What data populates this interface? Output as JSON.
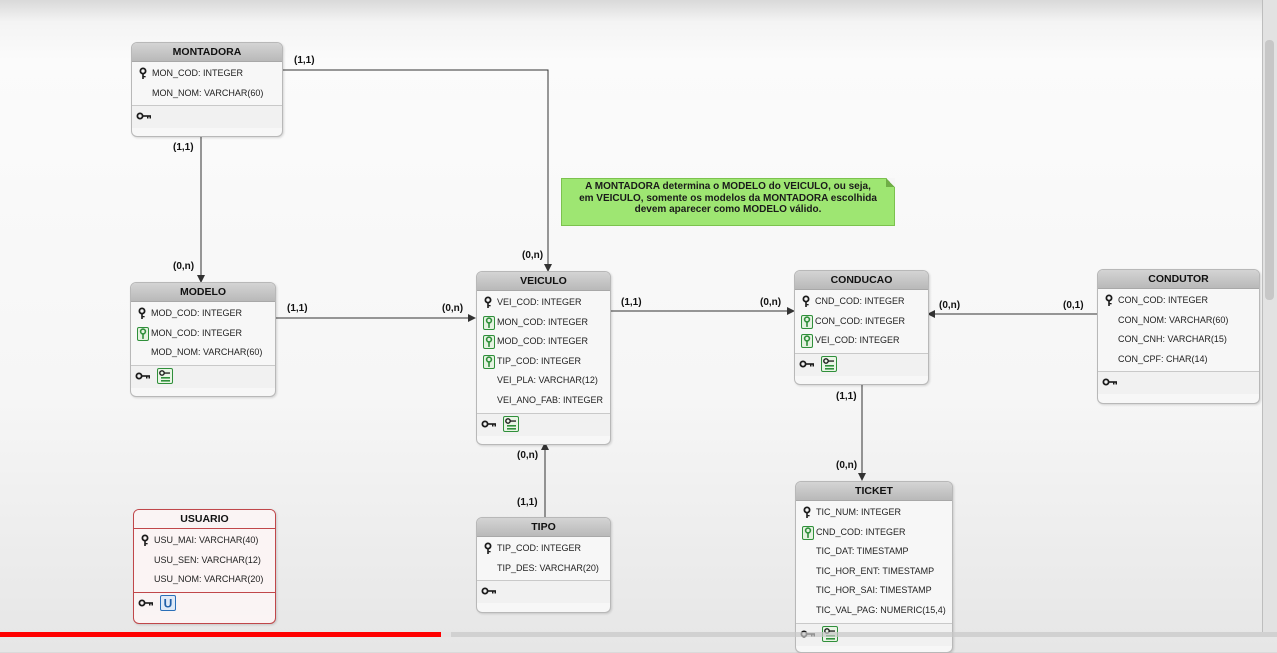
{
  "entities": {
    "montadora": {
      "title": "MONTADORA",
      "attrs": [
        {
          "name": "MON_COD: INTEGER",
          "icon": "pk-key"
        },
        {
          "name": "MON_NOM: VARCHAR(60)",
          "icon": "none"
        }
      ],
      "footer": [
        "pk-key"
      ]
    },
    "modelo": {
      "title": "MODELO",
      "attrs": [
        {
          "name": "MOD_COD: INTEGER",
          "icon": "pk-key"
        },
        {
          "name": "MON_COD: INTEGER",
          "icon": "fk-key"
        },
        {
          "name": "MOD_NOM: VARCHAR(60)",
          "icon": "none"
        }
      ],
      "footer": [
        "pk-key",
        "fk-index"
      ]
    },
    "veiculo": {
      "title": "VEICULO",
      "attrs": [
        {
          "name": "VEI_COD: INTEGER",
          "icon": "pk-key"
        },
        {
          "name": "MON_COD: INTEGER",
          "icon": "fk-key"
        },
        {
          "name": "MOD_COD: INTEGER",
          "icon": "fk-key"
        },
        {
          "name": "TIP_COD: INTEGER",
          "icon": "fk-key"
        },
        {
          "name": "VEI_PLA: VARCHAR(12)",
          "icon": "none"
        },
        {
          "name": "VEI_ANO_FAB: INTEGER",
          "icon": "none"
        }
      ],
      "footer": [
        "pk-key",
        "fk-index"
      ]
    },
    "conducao": {
      "title": "CONDUCAO",
      "attrs": [
        {
          "name": "CND_COD: INTEGER",
          "icon": "pk-key"
        },
        {
          "name": "CON_COD: INTEGER",
          "icon": "fk-key"
        },
        {
          "name": "VEI_COD: INTEGER",
          "icon": "fk-key"
        }
      ],
      "footer": [
        "pk-key",
        "fk-index"
      ]
    },
    "condutor": {
      "title": "CONDUTOR",
      "attrs": [
        {
          "name": "CON_COD: INTEGER",
          "icon": "pk-key"
        },
        {
          "name": "CON_NOM: VARCHAR(60)",
          "icon": "none"
        },
        {
          "name": "CON_CNH: VARCHAR(15)",
          "icon": "none"
        },
        {
          "name": "CON_CPF: CHAR(14)",
          "icon": "none"
        }
      ],
      "footer": [
        "pk-key"
      ]
    },
    "tipo": {
      "title": "TIPO",
      "attrs": [
        {
          "name": "TIP_COD: INTEGER",
          "icon": "pk-key"
        },
        {
          "name": "TIP_DES: VARCHAR(20)",
          "icon": "none"
        }
      ],
      "footer": [
        "pk-key"
      ]
    },
    "ticket": {
      "title": "TICKET",
      "attrs": [
        {
          "name": "TIC_NUM: INTEGER",
          "icon": "pk-key"
        },
        {
          "name": "CND_COD: INTEGER",
          "icon": "fk-key"
        },
        {
          "name": "TIC_DAT: TIMESTAMP",
          "icon": "none"
        },
        {
          "name": "TIC_HOR_ENT: TIMESTAMP",
          "icon": "none"
        },
        {
          "name": "TIC_HOR_SAI: TIMESTAMP",
          "icon": "none"
        },
        {
          "name": "TIC_VAL_PAG: NUMERIC(15,4)",
          "icon": "none"
        }
      ],
      "footer": [
        "pk-key",
        "fk-index"
      ]
    },
    "usuario": {
      "title": "USUARIO",
      "attrs": [
        {
          "name": "USU_MAI: VARCHAR(40)",
          "icon": "pk-key"
        },
        {
          "name": "USU_SEN: VARCHAR(12)",
          "icon": "none"
        },
        {
          "name": "USU_NOM: VARCHAR(20)",
          "icon": "none"
        }
      ],
      "footer": [
        "pk-key",
        "unique-index"
      ]
    }
  },
  "cardinalities": {
    "montadora_veiculo_src": "(1,1)",
    "montadora_veiculo_dst": "(0,n)",
    "montadora_modelo_src": "(1,1)",
    "montadora_modelo_dst": "(0,n)",
    "modelo_veiculo_src": "(1,1)",
    "modelo_veiculo_dst": "(0,n)",
    "veiculo_conducao_src": "(1,1)",
    "veiculo_conducao_dst": "(0,n)",
    "condutor_conducao_src": "(0,1)",
    "condutor_conducao_dst": "(0,n)",
    "tipo_veiculo_src": "(1,1)",
    "tipo_veiculo_dst": "(0,n)",
    "conducao_ticket_src": "(1,1)",
    "conducao_ticket_dst": "(0,n)"
  },
  "note": {
    "lines": [
      "A MONTADORA determina o MODELO do VEICULO, ou seja,",
      "em VEICULO, somente os modelos da MONTADORA escolhida",
      "devem aparecer como MODELO válido."
    ]
  },
  "video": {
    "played_fraction": 0.345,
    "loaded_fraction": 0.353
  },
  "colors": {
    "note_bg": "#9ee672",
    "pk_icon": "#1a1a1a",
    "fk_icon": "#2f8f3a",
    "progress_played": "#ff0000",
    "usuario_border": "#c0474a"
  }
}
